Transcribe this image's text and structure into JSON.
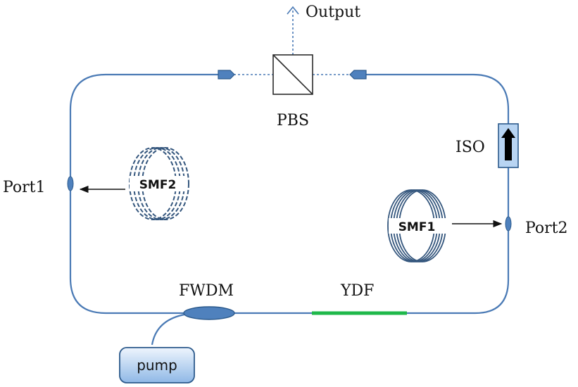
{
  "labels": {
    "output": "Output",
    "pbs": "PBS",
    "iso": "ISO",
    "port1": "Port1",
    "port2": "Port2",
    "smf1": "SMF1",
    "smf2": "SMF2",
    "fwdm": "FWDM",
    "ydf": "YDF",
    "pump": "pump"
  },
  "colors": {
    "fiber": "#4a7ab5",
    "component_fill": "#4f81bd",
    "component_stroke": "#2c5a8c",
    "ydf": "#1fb84a",
    "pump_fill_top": "#e9f2fc",
    "pump_fill_bottom": "#9cc1ea",
    "iso_fill": "#b8d4f2",
    "coil": "#34567d",
    "arrow": "#111111"
  }
}
